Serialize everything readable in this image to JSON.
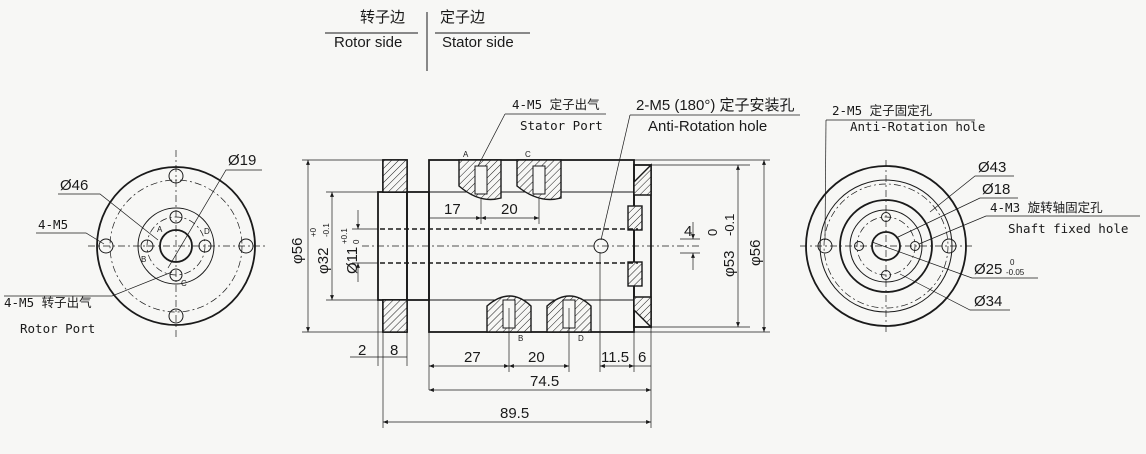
{
  "legend": {
    "rotor_cn": "转子边",
    "rotor_en": "Rotor side",
    "stator_cn": "定子边",
    "stator_en": "Stator side"
  },
  "left_view": {
    "dia_outer": "Ø46",
    "dia_pcd": "Ø19",
    "holes": "4-M5",
    "port_cn": "4-M5 转子出气",
    "port_en": "Rotor Port",
    "ports": [
      "A",
      "B",
      "C",
      "D"
    ]
  },
  "side_view": {
    "stator_port_cn": "4-M5 定子出气",
    "stator_port_en": "Stator Port",
    "anti_rot_cn": "2-M5 (180°) 定子安装孔",
    "anti_rot_en": "Anti-Rotation hole",
    "dim_17": "17",
    "dim_20_top": "20",
    "dim_27": "27",
    "dim_20_bottom": "20",
    "dim_2": "2",
    "dim_8": "8",
    "dim_11_5": "11.5",
    "dim_6": "6",
    "dim_74_5": "74.5",
    "dim_89_5": "89.5",
    "dim_4": "4",
    "dia_56_left": "φ56",
    "dia_32": "φ32",
    "dia_32_tol_up": "+0",
    "dia_32_tol_low": "-0.1",
    "dia_11": "Ø11",
    "dia_11_tol_up": "+0.1",
    "dia_11_tol_low": "0",
    "dia_53": "φ53",
    "dia_53_tol_up": "0",
    "dia_53_tol_low": "-0.1",
    "dia_56_right": "φ56",
    "port_letters": [
      "A",
      "C",
      "B",
      "D"
    ]
  },
  "right_view": {
    "anti_rot_cn": "2-M5 定子固定孔",
    "anti_rot_en": "Anti-Rotation hole",
    "dia_43": "Ø43",
    "dia_18": "Ø18",
    "shaft_cn": "4-M3 旋转轴固定孔",
    "shaft_en": "Shaft fixed hole",
    "dia_25": "Ø25",
    "dia_25_tol_up": "0",
    "dia_25_tol_low": "-0.05",
    "dia_34": "Ø34"
  }
}
